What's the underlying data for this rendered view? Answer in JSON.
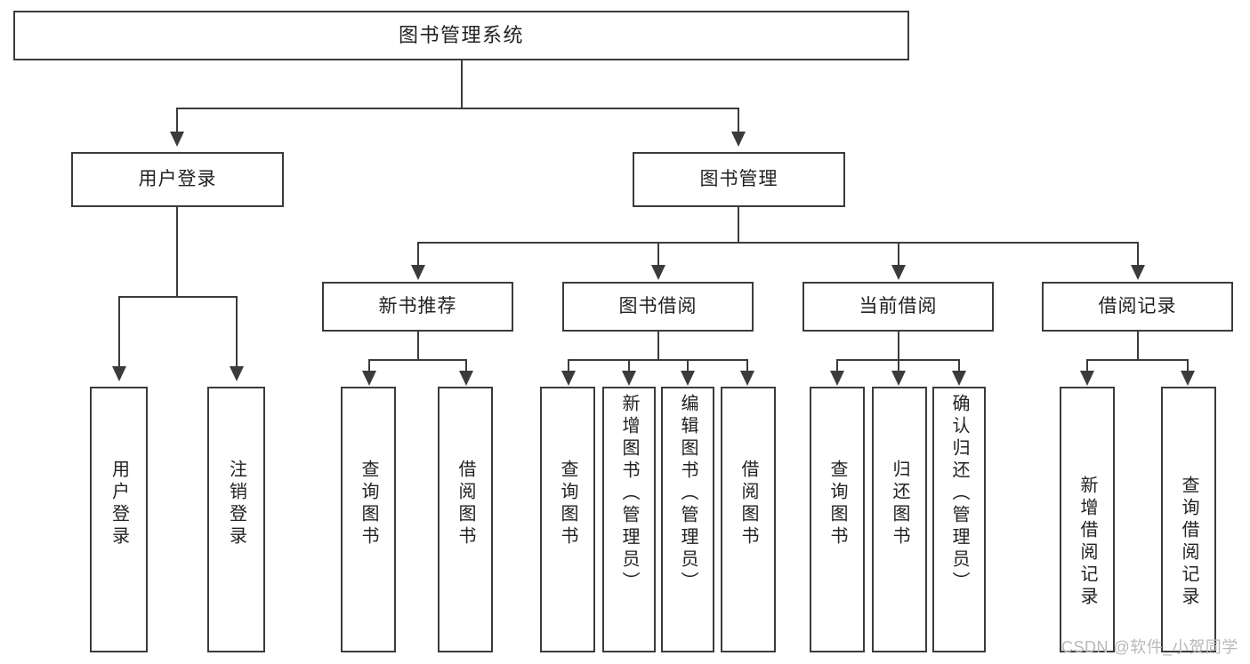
{
  "diagram": {
    "title": "图书管理系统",
    "type": "tree",
    "watermark": "CSDN @软件_小贺同学",
    "colors": {
      "stroke": "#3b3b3b",
      "box_fill": "#ffffff",
      "text": "#222222",
      "watermark": "#b9b9b9",
      "background": "#ffffff"
    }
  },
  "root": {
    "label": "图书管理系统"
  },
  "level1": [
    {
      "label": "用户登录"
    },
    {
      "label": "图书管理"
    }
  ],
  "level2": [
    {
      "label": "新书推荐"
    },
    {
      "label": "图书借阅"
    },
    {
      "label": "当前借阅"
    },
    {
      "label": "借阅记录"
    }
  ],
  "leaves": {
    "user_login": [
      {
        "label": "用户登录"
      },
      {
        "label": "注销登录"
      }
    ],
    "new_book": [
      {
        "label": "查询图书"
      },
      {
        "label": "借阅图书"
      }
    ],
    "book_borrow": [
      {
        "label": "查询图书"
      },
      {
        "label": "新增图书（管理员）"
      },
      {
        "label": "编辑图书（管理员）"
      },
      {
        "label": "借阅图书"
      }
    ],
    "current_borrow": [
      {
        "label": "查询图书"
      },
      {
        "label": "归还图书"
      },
      {
        "label": "确认归还（管理员）"
      }
    ],
    "borrow_record": [
      {
        "label": "新增借阅记录"
      },
      {
        "label": "查询借阅记录"
      }
    ]
  }
}
